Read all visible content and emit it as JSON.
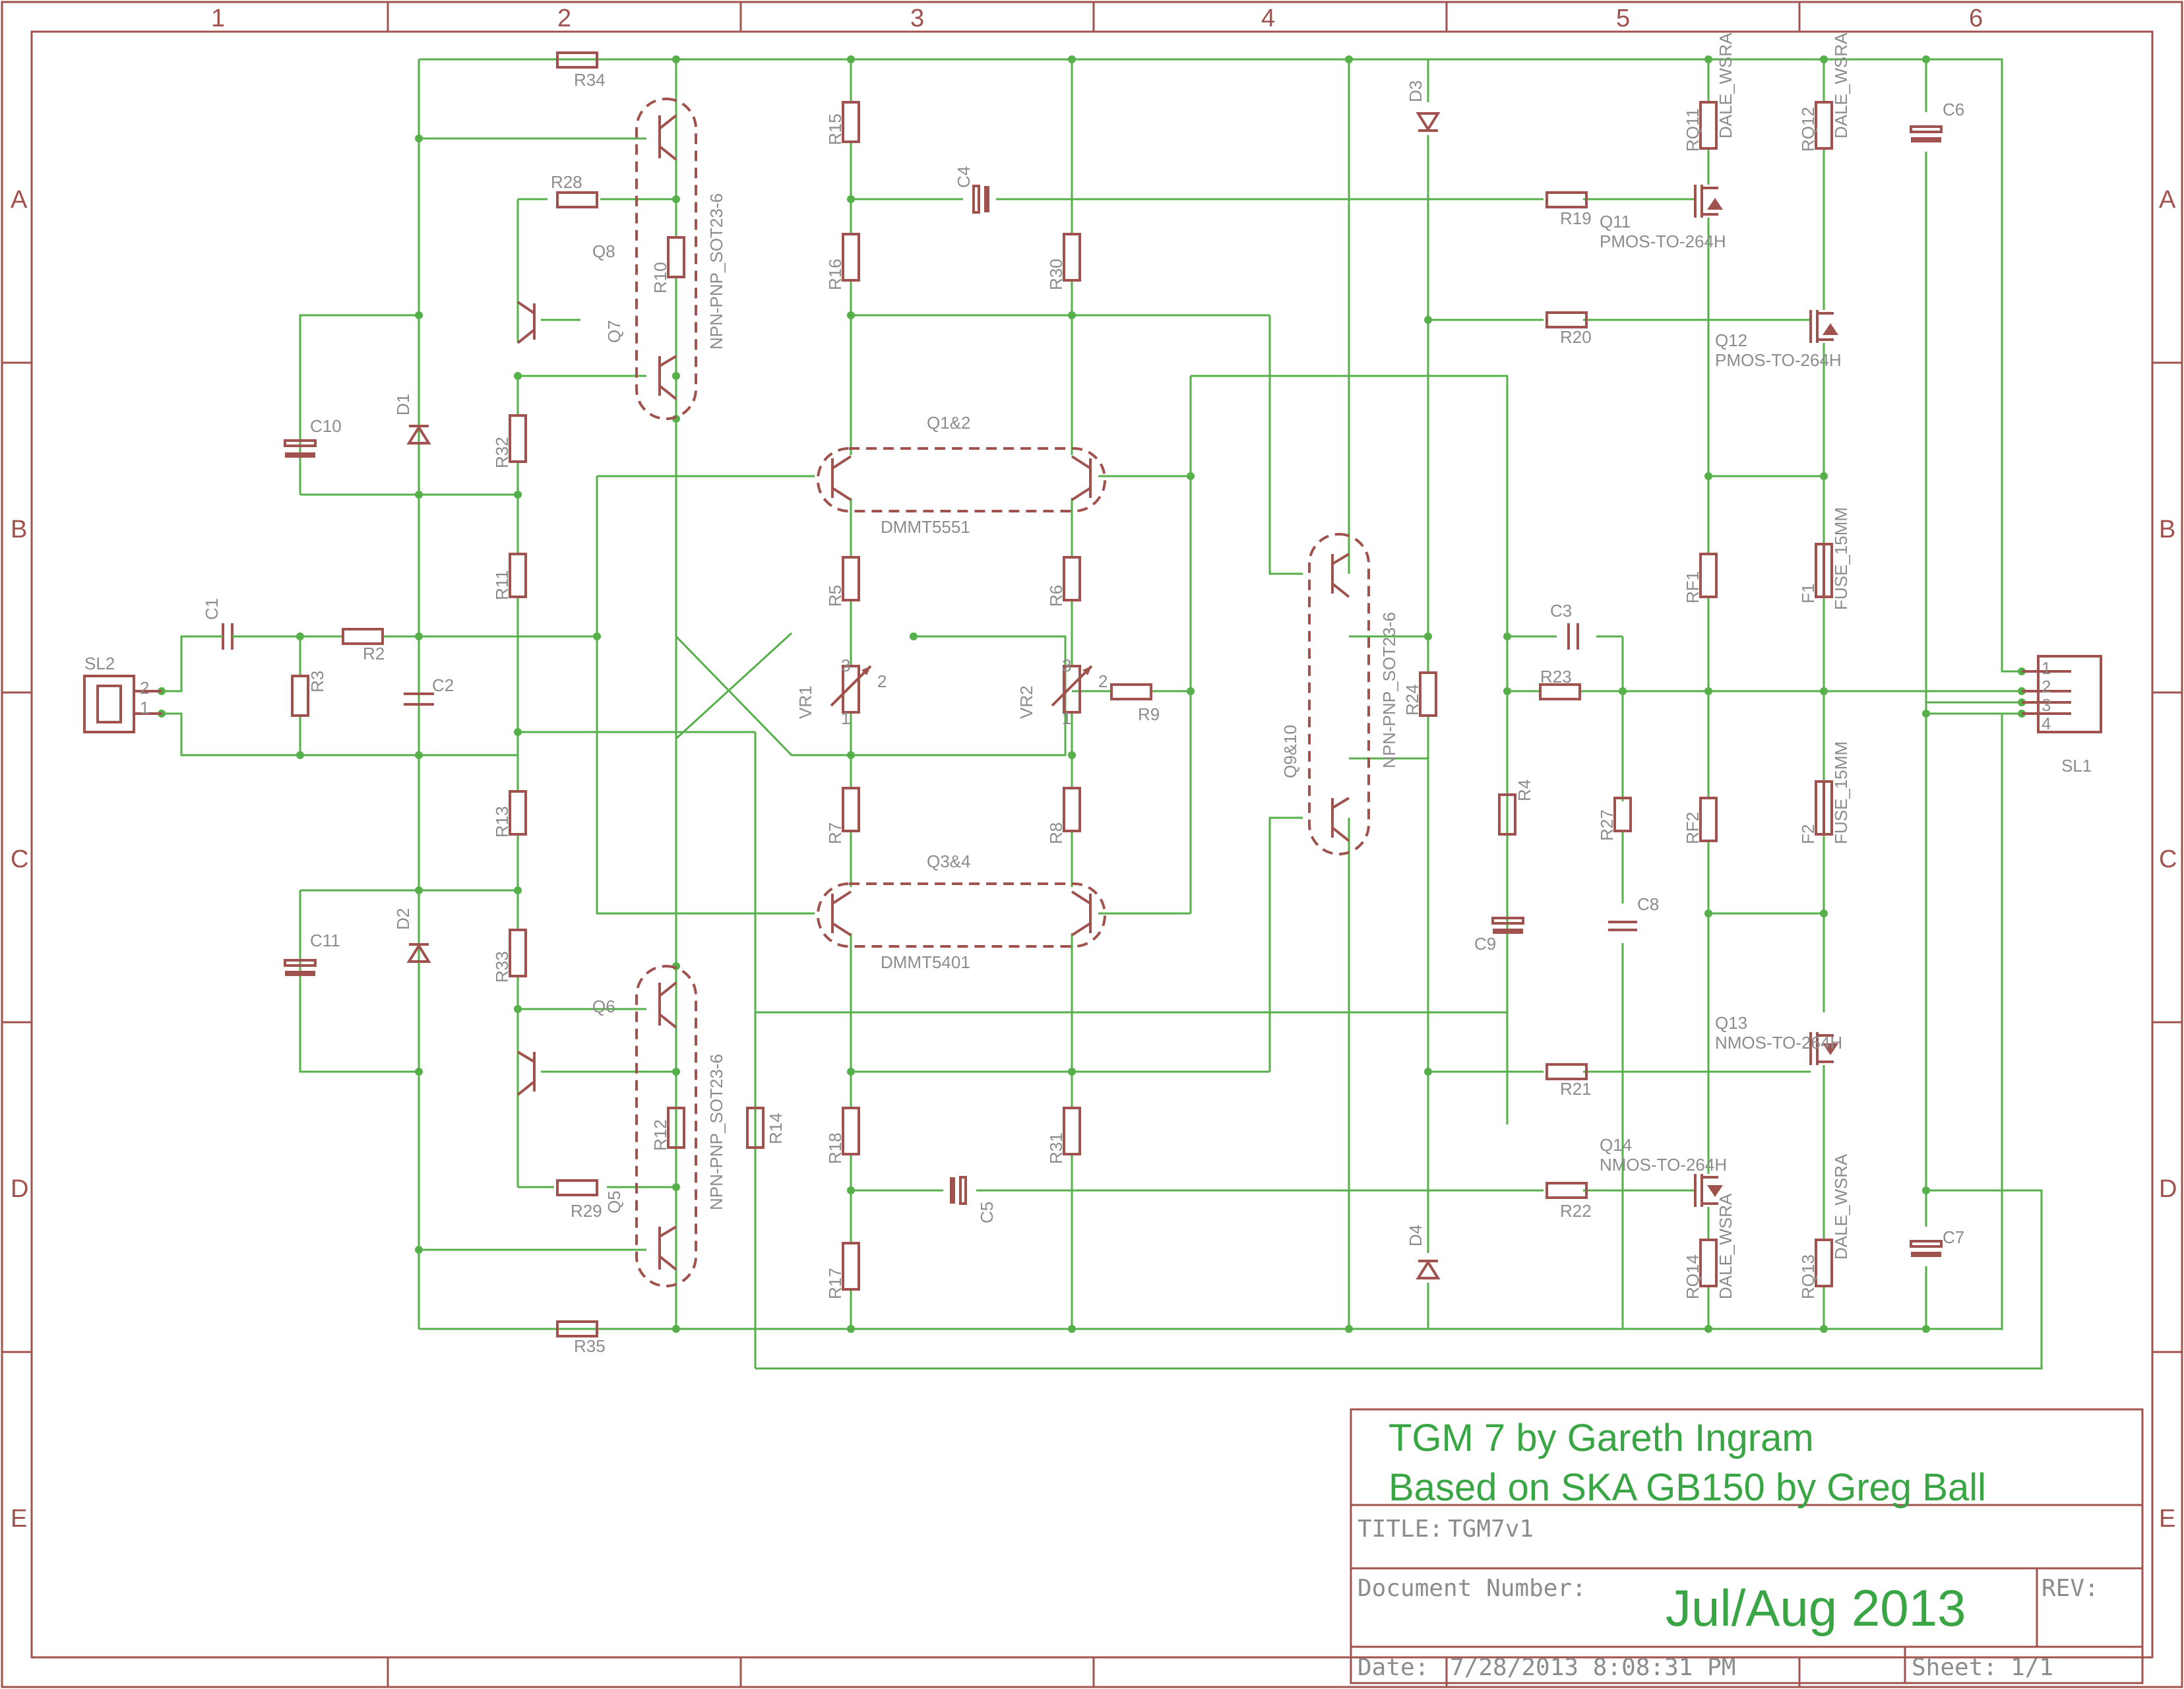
{
  "border": {
    "columns": [
      "1",
      "2",
      "3",
      "4",
      "5",
      "6"
    ],
    "rows": [
      "A",
      "B",
      "C",
      "D",
      "E"
    ]
  },
  "title_block": {
    "heading_line1": "TGM 7  by Gareth Ingram",
    "heading_line2": "Based on SKA GB150 by Greg Ball",
    "title_label": "TITLE:",
    "title_value": "TGM7v1",
    "docnum_label": "Document Number:",
    "docnum_value": "Jul/Aug 2013",
    "rev_label": "REV:",
    "date_label": "Date:",
    "date_value": "7/28/2013 8:08:31 PM",
    "sheet_label": "Sheet:",
    "sheet_value": "1/1"
  },
  "groups": {
    "q8q7": "NPN-PNP_SOT23-6",
    "q5q6": "NPN-PNP_SOT23-6",
    "q12_title": "Q1&2",
    "q12_part": "DMMT5551",
    "q34_title": "Q3&4",
    "q34_part": "DMMT5401",
    "q910": "NPN-PNP_SOT23-6",
    "q910_title": "Q9&10"
  },
  "mosfets": {
    "q11_name": "Q11",
    "q11_part": "PMOS-TO-264H",
    "q12_name": "Q12",
    "q12_part": "PMOS-TO-264H",
    "q13_name": "Q13",
    "q13_part": "NMOS-TO-264H",
    "q14_name": "Q14",
    "q14_part": "NMOS-TO-264H"
  },
  "labels": {
    "R34": "R34",
    "R28": "R28",
    "Q8": "Q8",
    "Q7": "Q7",
    "R10": "R10",
    "R32": "R32",
    "C10": "C10",
    "D1": "D1",
    "R11": "R11",
    "SL2": "SL2",
    "C1": "C1",
    "R3": "R3",
    "R2": "R2",
    "C2": "C2",
    "R13": "R13",
    "C11": "C11",
    "D2": "D2",
    "R33": "R33",
    "Q6": "Q6",
    "R12": "R12",
    "R29": "R29",
    "Q5": "Q5",
    "R35": "R35",
    "R14": "R14",
    "R15": "R15",
    "R16": "R16",
    "C4": "C4",
    "R30": "R30",
    "R5": "R5",
    "R6": "R6",
    "VR1": "VR1",
    "VR2": "VR2",
    "R9": "R9",
    "R7": "R7",
    "R8": "R8",
    "R18": "R18",
    "R31": "R31",
    "C5": "C5",
    "R17": "R17",
    "D3": "D3",
    "D4": "D4",
    "R24": "R24",
    "R19": "R19",
    "R20": "R20",
    "R21": "R21",
    "R22": "R22",
    "R23": "R23",
    "C3": "C3",
    "R4": "R4",
    "C9": "C9",
    "R27": "R27",
    "C8": "C8",
    "RQ11": "RQ11",
    "RQ12": "RQ12",
    "RQ13": "RQ13",
    "RQ14": "RQ14",
    "DALE1": "DALE_WSRA",
    "DALE2": "DALE_WSRA",
    "DALE3": "DALE_WSRA",
    "DALE4": "DALE_WSRA",
    "RF1": "RF1",
    "RF2": "RF2",
    "F1": "F1",
    "F2": "F2",
    "FUSE1": "FUSE_15MM",
    "FUSE2": "FUSE_15MM",
    "C6": "C6",
    "C7": "C7",
    "SL1": "SL1",
    "pin1": "1",
    "pin2": "2",
    "pin3": "3",
    "pin4": "4",
    "sl2p1": "1",
    "sl2p2": "2",
    "vr1p1": "1",
    "vr1p2": "2",
    "vr1p3": "3",
    "vr2p1": "1",
    "vr2p2": "2",
    "vr2p3": "3"
  }
}
